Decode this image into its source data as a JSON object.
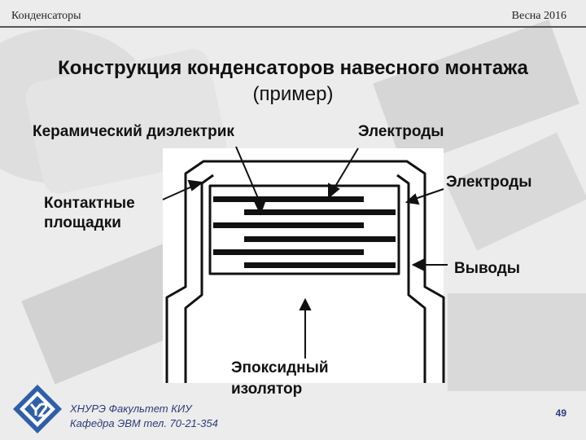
{
  "header": {
    "left": "Конденсаторы",
    "right": "Весна 2016"
  },
  "title": {
    "bold": "Конструкция конденсаторов навесного монтажа",
    "normal": " (пример)"
  },
  "labels": {
    "ceramic": "Керамический диэлектрик",
    "electrodes_top": "Электроды",
    "electrodes_right": "Электроды",
    "pads_line1": "Контактные",
    "pads_line2": "площадки",
    "leads": "Выводы",
    "epoxy_line1": "Эпоксидный",
    "epoxy_line2": "изолятор"
  },
  "footer": {
    "line1": "ХНУРЭ Факультет КИУ",
    "line2": "Кафедра ЭВМ   тел. 70-21-354"
  },
  "page_number": "49",
  "colors": {
    "accent": "#2a3b7a",
    "logo": "#2f5fa8"
  }
}
